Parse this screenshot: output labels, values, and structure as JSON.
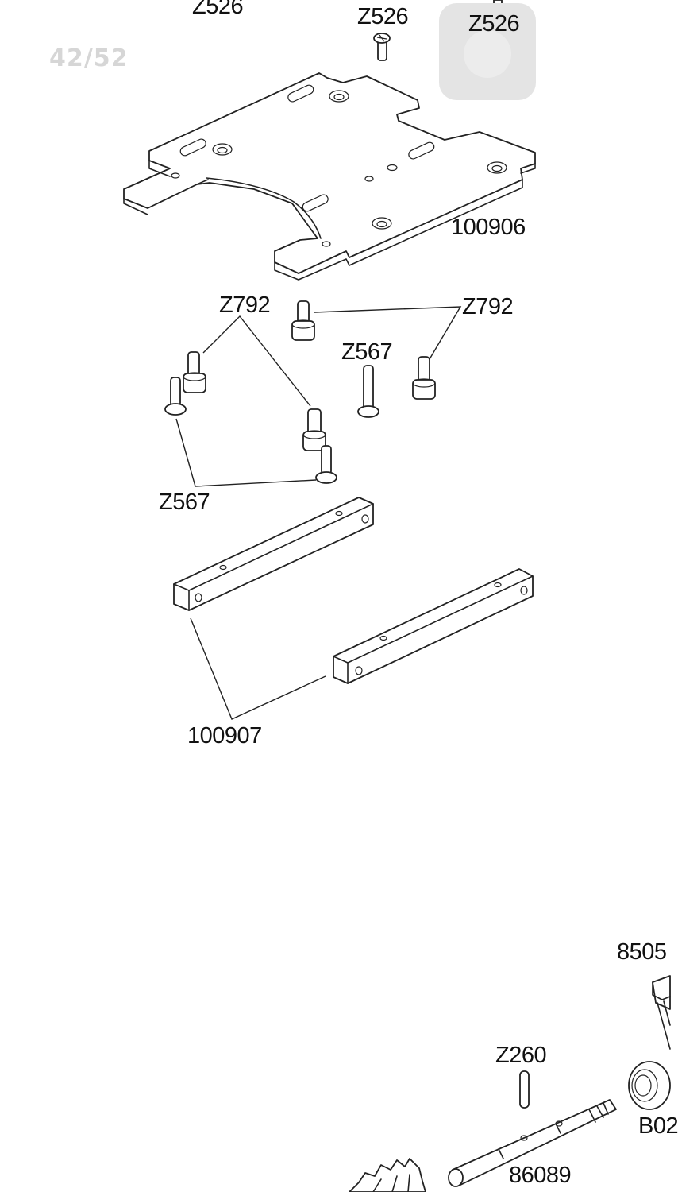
{
  "viewer": {
    "page_indicator": "42/52"
  },
  "labels": {
    "z526_top_left": "Z526",
    "z526_center": "Z526",
    "z526_button": "Z526",
    "plate": "100906",
    "z792_left": "Z792",
    "z792_right": "Z792",
    "z567_center": "Z567",
    "z567_left": "Z567",
    "rails": "100907",
    "part_85052": "8505",
    "z260": "Z260",
    "b02": "B02",
    "shaft": "86089"
  },
  "colors": {
    "line": "#222222",
    "page_indicator": "#d6d6d6",
    "floating_button": "#e4e4e4"
  }
}
